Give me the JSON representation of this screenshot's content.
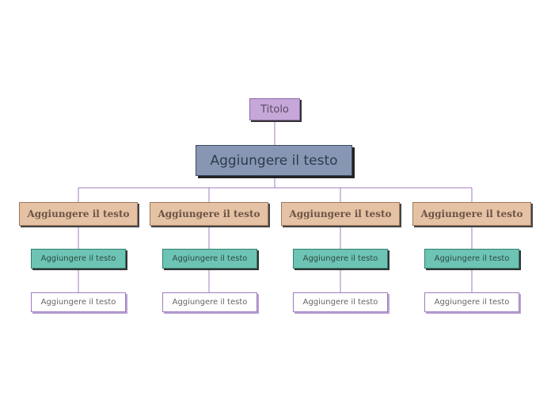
{
  "diagram": {
    "title": "Titolo",
    "main": "Aggiungere il testo",
    "branches": [
      {
        "label": "Aggiungere il testo",
        "sub": "Aggiungere il testo",
        "leaf": "Aggiungere il testo"
      },
      {
        "label": "Aggiungere il testo",
        "sub": "Aggiungere il testo",
        "leaf": "Aggiungere il testo"
      },
      {
        "label": "Aggiungere il testo",
        "sub": "Aggiungere il testo",
        "leaf": "Aggiungere il testo"
      },
      {
        "label": "Aggiungere il testo",
        "sub": "Aggiungere il testo",
        "leaf": "Aggiungere il testo"
      }
    ]
  },
  "colors": {
    "title_fill": "#c6a8d8",
    "main_fill": "#8797b3",
    "branch_fill": "#e6c2a4",
    "sub_fill": "#6ec4b4",
    "leaf_fill": "#ffffff",
    "connector": "#a07cc0"
  }
}
